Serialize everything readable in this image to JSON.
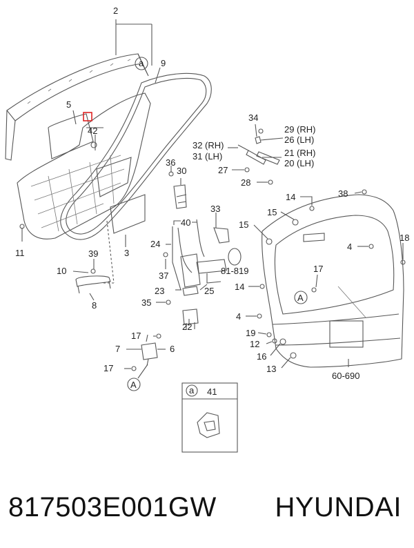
{
  "callouts": {
    "c2": "2",
    "ca_top": "a",
    "c9": "9",
    "c5": "5",
    "c42": "42",
    "c3": "3",
    "c11": "11",
    "c39": "39",
    "c10": "10",
    "c8": "8",
    "c36": "36",
    "c30": "30",
    "c33": "33",
    "c40": "40",
    "c24": "24",
    "c37": "37",
    "c81819": "81-819",
    "c23": "23",
    "c25": "25",
    "c35": "35",
    "c22": "22",
    "c17a": "17",
    "c7": "7",
    "c6": "6",
    "c17b": "17",
    "cA_left": "A",
    "c34": "34",
    "c29": "29",
    "c29s": "(RH)",
    "c26": "26",
    "c26s": "(LH)",
    "c32": "32",
    "c32s": "(RH)",
    "c31": "31",
    "c31s": "(LH)",
    "c21": "21",
    "c21s": "(RH)",
    "c20": "20",
    "c20s": "(LH)",
    "c27": "27",
    "c28": "28",
    "c14a": "14",
    "c38": "38",
    "c15a": "15",
    "c15b": "15",
    "c4a": "4",
    "c18": "18",
    "c17c": "17",
    "c14b": "14",
    "cA_door": "A",
    "c4b": "4",
    "c19": "19",
    "c12": "12",
    "c16": "16",
    "c13": "13",
    "c60690": "60-690",
    "inset_a": "a",
    "inset_41": "41"
  },
  "caption": {
    "part_number": "817503E001GW",
    "brand": "HYUNDAI"
  }
}
